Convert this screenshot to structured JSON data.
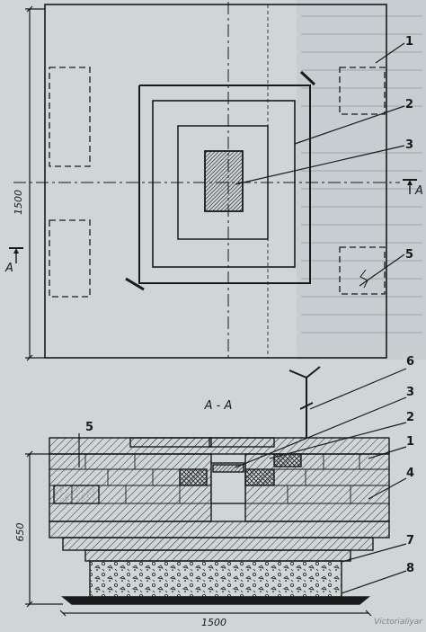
{
  "figure": {
    "section_title": "A - A",
    "section_mark_left": "A",
    "section_mark_right": "A",
    "plan_dimension": "1500",
    "section_height_dimension": "650",
    "section_width_dimension": "1500",
    "callouts": [
      "1",
      "2",
      "3",
      "4",
      "5",
      "6",
      "7",
      "8"
    ],
    "watermark": "Victorialiyar"
  },
  "colors": {
    "paper": "#cfd6d8",
    "ink": "#1a1a1a",
    "hatch": "#2a2a2a",
    "text_ghost": "#9aa3a7"
  }
}
